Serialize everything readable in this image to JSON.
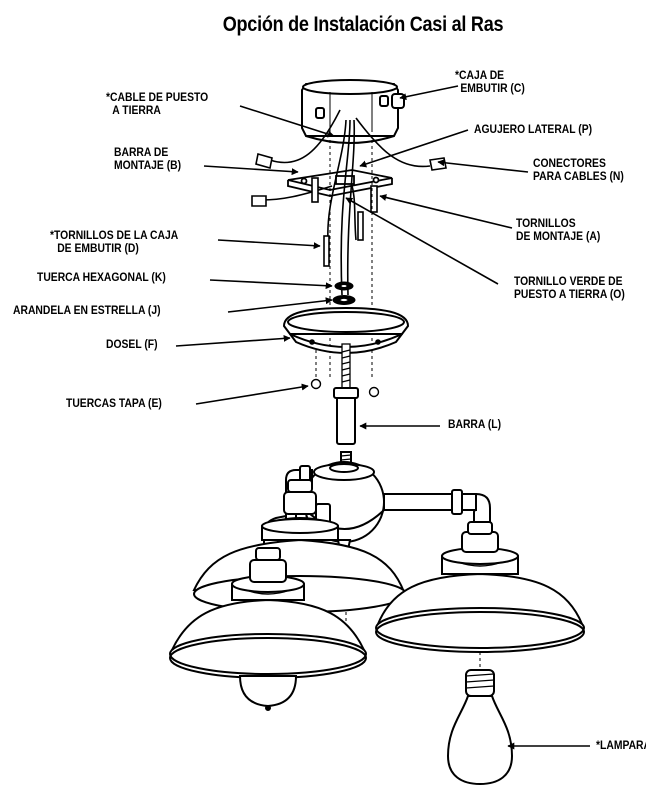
{
  "title": "Opción de Instalación Casi al Ras",
  "labels": {
    "caja_1": "*CAJA DE",
    "caja_2": "EMBUTIR (C)",
    "cable_1": "*CABLE DE PUESTO",
    "cable_2": "A TIERRA",
    "agujero": "AGUJERO LATERAL (P)",
    "barra_m_1": "BARRA DE",
    "barra_m_2": "MONTAJE (B)",
    "conect_1": "CONECTORES",
    "conect_2": "PARA CABLES (N)",
    "torn_mont_1": "TORNILLOS",
    "torn_mont_2": "DE MONTAJE (A)",
    "torn_caja_1": "*TORNILLOS DE LA CAJA",
    "torn_caja_2": "DE EMBUTIR (D)",
    "tuerca_hex": "TUERCA HEXAGONAL (K)",
    "arandela": "ARANDELA EN ESTRELLA (J)",
    "torn_verde_1": "TORNILLO VERDE DE",
    "torn_verde_2": "PUESTO A TIERRA (O)",
    "dosel": "DOSEL (F)",
    "tuercas_tapa": "TUERCAS TAPA (E)",
    "barra_l": "BARRA (L)",
    "lampara": "*LAMPARA"
  }
}
